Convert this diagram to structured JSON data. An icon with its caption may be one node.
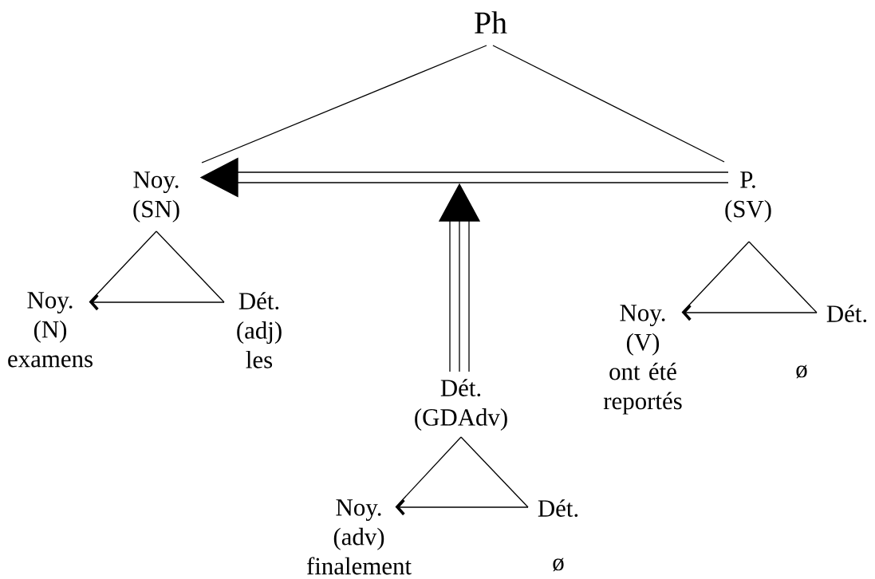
{
  "diagram": {
    "nodes": [
      {
        "text": [
          "Ph"
        ]
      },
      {
        "text": [
          "Noy.",
          "(SN)"
        ]
      },
      {
        "text": [
          "P.",
          "(SV)"
        ]
      },
      {
        "text": [
          "Noy.",
          "(N)",
          "examens"
        ]
      },
      {
        "text": [
          "Dét.",
          "(adj)",
          "les"
        ]
      },
      {
        "text": [
          "Noy.",
          "(V)",
          "ont été reportés"
        ]
      },
      {
        "text": [
          "Dét."
        ]
      },
      {
        "text": [
          "Dét.",
          "(GDAdv)"
        ]
      },
      {
        "text": [
          "Noy.",
          "(adv)",
          "finalement"
        ]
      },
      {
        "text": [
          "Dét."
        ]
      }
    ],
    "edges": [
      {
        "from": 0,
        "to": 1,
        "arrow": "none"
      },
      {
        "from": 0,
        "to": 2,
        "arrow": "none"
      },
      {
        "from": 2,
        "to": 1,
        "arrow": "to"
      },
      {
        "from": 7,
        "to": null,
        "arrow": "to"
      },
      {
        "from": 1,
        "to": 3,
        "arrow": "none"
      },
      {
        "from": 1,
        "to": 4,
        "arrow": "none"
      },
      {
        "from": 4,
        "to": 3,
        "arrow": "to"
      },
      {
        "from": 2,
        "to": 5,
        "arrow": "none"
      },
      {
        "from": 2,
        "to": 6,
        "arrow": "none"
      },
      {
        "from": 6,
        "to": 5,
        "arrow": "to"
      },
      {
        "from": 7,
        "to": 8,
        "arrow": "none"
      },
      {
        "from": 7,
        "to": 9,
        "arrow": "none"
      },
      {
        "from": 9,
        "to": 8,
        "arrow": "to"
      }
    ],
    "labels": [
      "ø",
      "ø"
    ]
  }
}
